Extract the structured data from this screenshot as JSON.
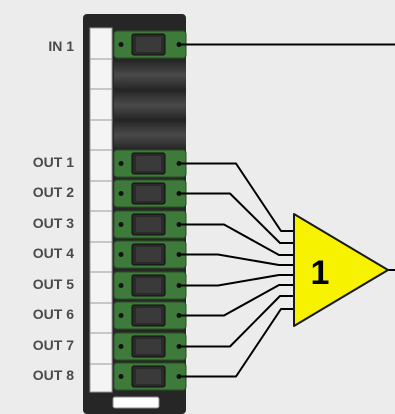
{
  "input": {
    "label": "IN 1"
  },
  "outputs": [
    {
      "label": "OUT 1"
    },
    {
      "label": "OUT 2"
    },
    {
      "label": "OUT 3"
    },
    {
      "label": "OUT 4"
    },
    {
      "label": "OUT 5"
    },
    {
      "label": "OUT 6"
    },
    {
      "label": "OUT 7"
    },
    {
      "label": "OUT 8"
    }
  ],
  "amplifier": {
    "label": "1",
    "color": "#f7f300"
  },
  "colors": {
    "background": "#ececec",
    "rack": "#262626",
    "module_green": "#3e7a3a",
    "empty_slot": "#3a3a3a",
    "wire": "#000000",
    "label_text": "#4a4a4a"
  },
  "empty_slot_count": 3
}
